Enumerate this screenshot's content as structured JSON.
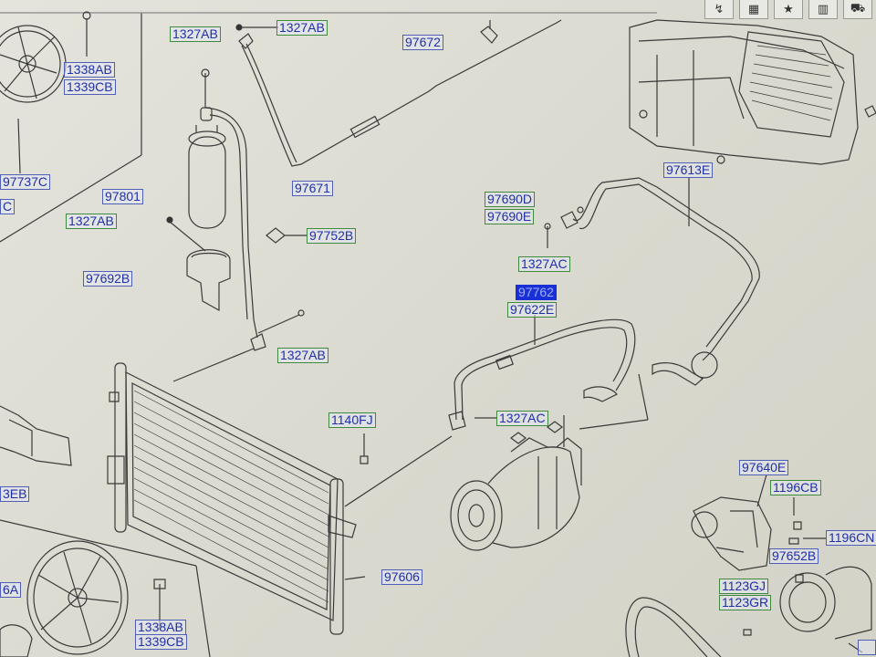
{
  "toolbar": {
    "buttons": [
      {
        "icon": "hook-icon",
        "glyph": "↯"
      },
      {
        "icon": "grid-icon",
        "glyph": "▦"
      },
      {
        "icon": "star-icon",
        "glyph": "★"
      },
      {
        "icon": "panel-icon",
        "glyph": "▥"
      },
      {
        "icon": "car-icon",
        "glyph": "⛟"
      }
    ]
  },
  "labels": [
    {
      "name": "label-1338AB-top",
      "text": "1338AB",
      "color": "blue"
    },
    {
      "name": "label-1339CB-top",
      "text": "1339CB",
      "color": "blue"
    },
    {
      "name": "label-1327AB-a",
      "text": "1327AB",
      "color": "green"
    },
    {
      "name": "label-1327AB-b",
      "text": "1327AB",
      "color": "green"
    },
    {
      "name": "label-97672",
      "text": "97672",
      "color": "blue"
    },
    {
      "name": "label-97737C",
      "text": "97737C",
      "color": "blue"
    },
    {
      "name": "label-partial-C",
      "text": "C",
      "color": "blue"
    },
    {
      "name": "label-97801",
      "text": "97801",
      "color": "blue"
    },
    {
      "name": "label-97671",
      "text": "97671",
      "color": "blue"
    },
    {
      "name": "label-1327AB-c",
      "text": "1327AB",
      "color": "green"
    },
    {
      "name": "label-97752B",
      "text": "97752B",
      "color": "blue"
    },
    {
      "name": "label-97692B",
      "text": "97692B",
      "color": "blue"
    },
    {
      "name": "label-1327AB-d",
      "text": "1327AB",
      "color": "green"
    },
    {
      "name": "label-97613E",
      "text": "97613E",
      "color": "blue"
    },
    {
      "name": "label-97690D",
      "text": "97690D",
      "color": "green"
    },
    {
      "name": "label-97690E",
      "text": "97690E",
      "color": "green"
    },
    {
      "name": "label-1327AC-a",
      "text": "1327AC",
      "color": "green"
    },
    {
      "name": "label-97762",
      "text": "97762",
      "color": "selected"
    },
    {
      "name": "label-97622E",
      "text": "97622E",
      "color": "green"
    },
    {
      "name": "label-1327AC-b",
      "text": "1327AC",
      "color": "green"
    },
    {
      "name": "label-1140FJ",
      "text": "1140FJ",
      "color": "green"
    },
    {
      "name": "label-3EB",
      "text": "3EB",
      "color": "blue"
    },
    {
      "name": "label-97606",
      "text": "97606",
      "color": "blue"
    },
    {
      "name": "label-97640E",
      "text": "97640E",
      "color": "blue"
    },
    {
      "name": "label-1196CB",
      "text": "1196CB",
      "color": "green"
    },
    {
      "name": "label-1196CN",
      "text": "1196CN",
      "color": "blue"
    },
    {
      "name": "label-97652B",
      "text": "97652B",
      "color": "blue"
    },
    {
      "name": "label-1123GJ",
      "text": "1123GJ",
      "color": "green"
    },
    {
      "name": "label-1123GR",
      "text": "1123GR",
      "color": "green"
    },
    {
      "name": "label-6A",
      "text": "6A",
      "color": "blue"
    },
    {
      "name": "label-1338AB-bottom",
      "text": "1338AB",
      "color": "blue"
    },
    {
      "name": "label-1339CB-bottom",
      "text": "1339CB",
      "color": "blue"
    },
    {
      "name": "label-partial-bottom-right",
      "text": "",
      "color": "blue"
    }
  ]
}
